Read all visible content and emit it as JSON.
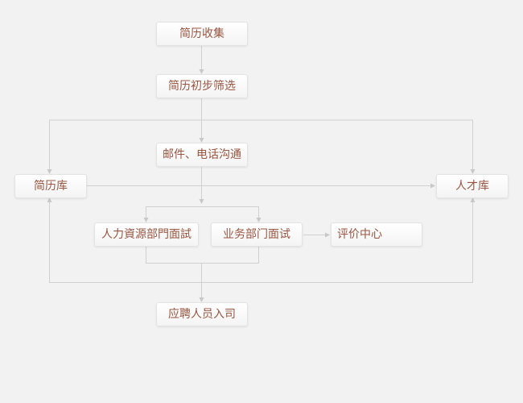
{
  "nodes": {
    "resume_collection": "简历收集",
    "resume_screening": "简历初步筛选",
    "email_phone": "邮件、电话沟通",
    "resume_pool": "简历库",
    "talent_pool": "人才库",
    "hr_interview": "人力資源部門面試",
    "dept_interview": "业务部门面试",
    "evaluation_center": "评价中心",
    "onboarding": "应聘人员入司"
  },
  "colors": {
    "background": "#f2f2f2",
    "node_text": "#9a5540",
    "connector": "#cfcfcf"
  }
}
